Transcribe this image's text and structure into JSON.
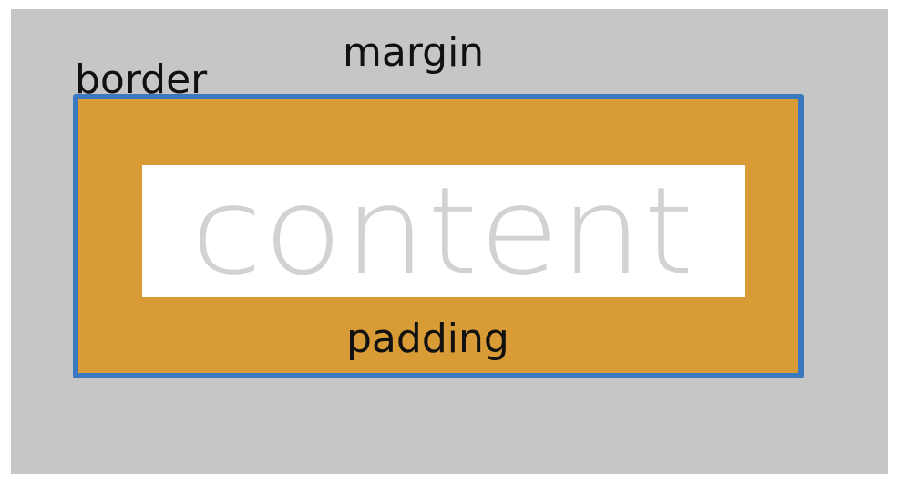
{
  "diagram": {
    "labels": {
      "margin": "margin",
      "border": "border",
      "padding": "padding",
      "content": "content"
    },
    "colors": {
      "margin": "#c6c6c6",
      "border": "#3a79c2",
      "padding": "#d99b36",
      "content": "#ffffff",
      "content_text": "#d2d2d2",
      "label_text": "#111111"
    }
  }
}
